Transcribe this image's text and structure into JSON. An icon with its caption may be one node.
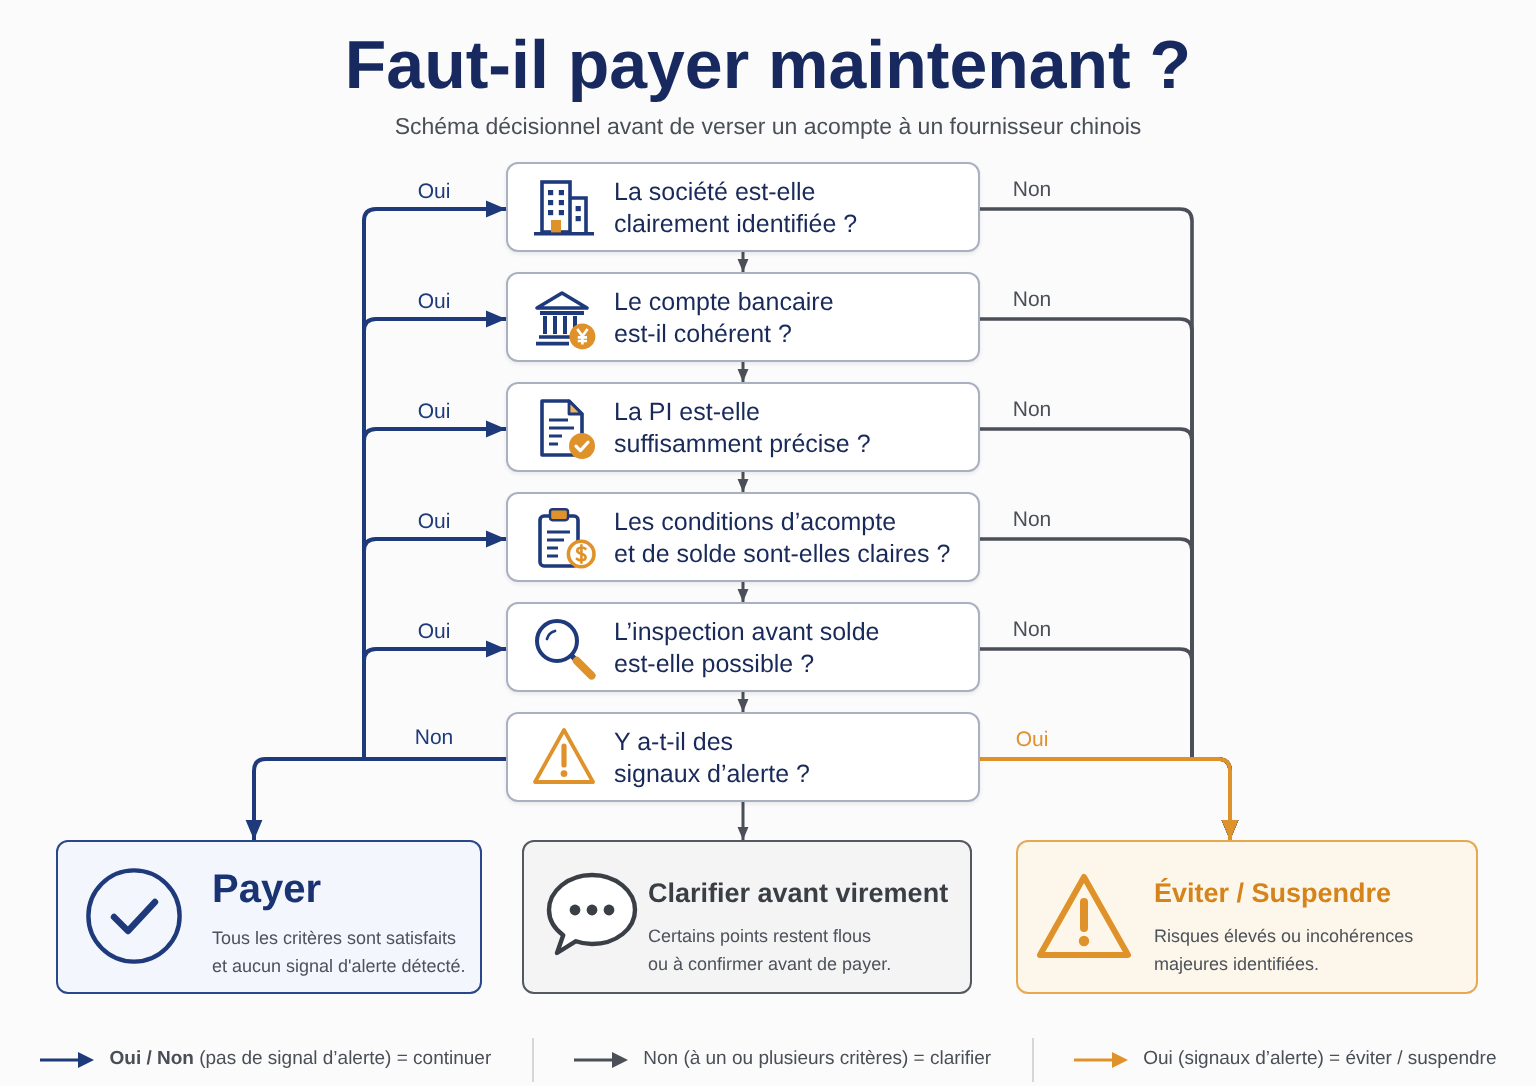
{
  "diagram": {
    "title": "Faut-il payer maintenant ?",
    "nodes": [
      {
        "text": [
          "La société est-elle clairement identifiée ?"
        ]
      },
      {
        "text": [
          "Le compte bancaire est-il cohérent ?"
        ]
      },
      {
        "text": [
          "La PI est-elle suffisamment précise ?"
        ]
      },
      {
        "text": [
          "Les conditions d’acompte et de solde sont-elles claires ?"
        ]
      },
      {
        "text": [
          "L’inspection avant solde est-elle possible ?"
        ]
      },
      {
        "text": [
          "Y a-t-il des signaux d’alerte ?"
        ]
      },
      {
        "text": [
          "Payer",
          "Tous les critères sont satisfaits et aucun signal d'alerte détecté."
        ]
      },
      {
        "text": [
          "Clarifier avant virement",
          "Certains points restent flous ou à confirmer avant de payer."
        ]
      },
      {
        "text": [
          "Éviter / Suspendre",
          "Risques élevés ou incohérences majeures identifiées."
        ]
      }
    ],
    "edges": [
      {
        "from": 0,
        "to": 1,
        "arrow": "to"
      },
      {
        "from": 1,
        "to": 2,
        "arrow": "to"
      },
      {
        "from": 2,
        "to": 3,
        "arrow": "to"
      },
      {
        "from": 3,
        "to": 4,
        "arrow": "to"
      },
      {
        "from": 4,
        "to": 5,
        "arrow": "to"
      },
      {
        "from": 5,
        "to": 7,
        "arrow": "to"
      },
      {
        "from": 5,
        "to": 0,
        "arrow": "to",
        "label": "Oui",
        "color": "#1e3a7b"
      },
      {
        "from": 5,
        "to": 1,
        "arrow": "to",
        "label": "Oui",
        "color": "#1e3a7b"
      },
      {
        "from": 5,
        "to": 2,
        "arrow": "to",
        "label": "Oui",
        "color": "#1e3a7b"
      },
      {
        "from": 5,
        "to": 3,
        "arrow": "to",
        "label": "Oui",
        "color": "#1e3a7b"
      },
      {
        "from": 5,
        "to": 4,
        "arrow": "to",
        "label": "Oui",
        "color": "#1e3a7b"
      },
      {
        "from": 5,
        "to": 6,
        "arrow": "to",
        "label": "Non",
        "color": "#1e3a7b"
      },
      {
        "from": 0,
        "to": 8,
        "arrow": "to",
        "label": "Non"
      },
      {
        "from": 1,
        "to": 8,
        "arrow": "to",
        "label": "Non"
      },
      {
        "from": 2,
        "to": 8,
        "arrow": "to",
        "label": "Non"
      },
      {
        "from": 3,
        "to": 8,
        "arrow": "to",
        "label": "Non"
      },
      {
        "from": 4,
        "to": 8,
        "arrow": "to",
        "label": "Non"
      },
      {
        "from": 5,
        "to": 8,
        "arrow": "to",
        "label": "Oui",
        "color": "#e0922a"
      }
    ],
    "labels": [
      "Schéma décisionnel avant de verser un acompte à un fournisseur chinois"
    ],
    "legend": [
      {
        "text": "**Oui / Non** (pas de signal d’alerte) = continuer"
      },
      {
        "text": "Non (à un ou plusieurs critères) = clarifier"
      },
      {
        "text": "Oui (signaux d’alerte) = éviter / suspendre"
      }
    ]
  }
}
